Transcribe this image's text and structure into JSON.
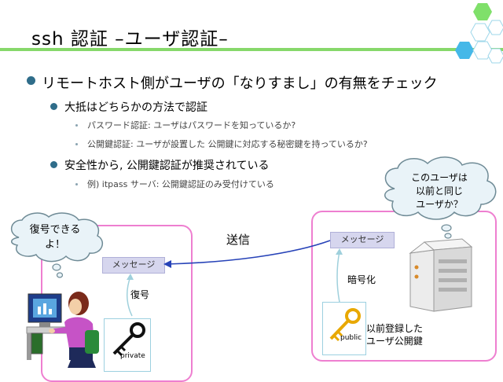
{
  "title": "ssh 認証 –ユーザ認証–",
  "bullets": {
    "main": "リモートホスト側がユーザの「なりすまし」の有無をチェック",
    "sub1": "大抵はどちらかの方法で認証",
    "sub1_items": [
      "パスワード認証: ユーザはパスワードを知っているか?",
      "公開鍵認証:  ユーザが設置した  公開鍵に対応する秘密鍵を持っているか?"
    ],
    "sub2": "安全性から, 公開鍵認証が推奨されている",
    "sub2_items": [
      "例) itpass  サーバ:  公開鍵認証のみ受付けている"
    ]
  },
  "diagram": {
    "server_thought": [
      "このユーザは",
      "以前と同じ",
      "ユーザか？"
    ],
    "client_thought": [
      "復号できる",
      "よ！"
    ],
    "send_label": "送信",
    "client_message": "メッセージ",
    "server_message": "メッセージ",
    "decrypt_label": "復号",
    "encrypt_label": "暗号化",
    "private_key_label": "private",
    "public_key_label": "public",
    "registered_key_label": [
      "以前登録した",
      "ユーザ公開鍵"
    ]
  }
}
